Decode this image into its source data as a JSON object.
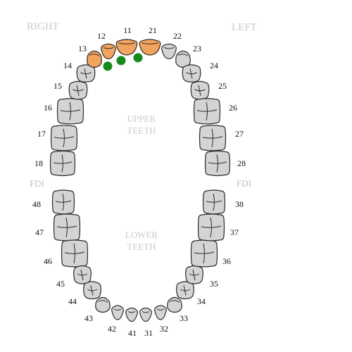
{
  "labels": {
    "right": "RIGHT",
    "left": "LEFT",
    "fdi_left": "FDI",
    "fdi_right": "FDI",
    "upper_line1": "UPPER",
    "upper_line2": "TEETH",
    "lower_line1": "LOWER",
    "lower_line2": "TEETH"
  },
  "colors": {
    "tooth_default": "#d4d4d6",
    "tooth_selected": "#f2a45f",
    "marker": "#138a1a"
  },
  "teeth": [
    {
      "id": "18",
      "selected": false
    },
    {
      "id": "17",
      "selected": false
    },
    {
      "id": "16",
      "selected": false
    },
    {
      "id": "15",
      "selected": false
    },
    {
      "id": "14",
      "selected": false
    },
    {
      "id": "13",
      "selected": true
    },
    {
      "id": "12",
      "selected": true
    },
    {
      "id": "11",
      "selected": true
    },
    {
      "id": "21",
      "selected": true
    },
    {
      "id": "22",
      "selected": false
    },
    {
      "id": "23",
      "selected": false
    },
    {
      "id": "24",
      "selected": false
    },
    {
      "id": "25",
      "selected": false
    },
    {
      "id": "26",
      "selected": false
    },
    {
      "id": "27",
      "selected": false
    },
    {
      "id": "28",
      "selected": false
    },
    {
      "id": "48",
      "selected": false
    },
    {
      "id": "47",
      "selected": false
    },
    {
      "id": "46",
      "selected": false
    },
    {
      "id": "45",
      "selected": false
    },
    {
      "id": "44",
      "selected": false
    },
    {
      "id": "43",
      "selected": false
    },
    {
      "id": "42",
      "selected": false
    },
    {
      "id": "41",
      "selected": false
    },
    {
      "id": "31",
      "selected": false
    },
    {
      "id": "32",
      "selected": false
    },
    {
      "id": "33",
      "selected": false
    },
    {
      "id": "34",
      "selected": false
    },
    {
      "id": "35",
      "selected": false
    },
    {
      "id": "36",
      "selected": false
    },
    {
      "id": "37",
      "selected": false
    },
    {
      "id": "38",
      "selected": false
    }
  ],
  "gap_markers": [
    {
      "between": [
        "12",
        "13"
      ]
    },
    {
      "between": [
        "11",
        "12"
      ]
    },
    {
      "between": [
        "11",
        "21"
      ]
    }
  ]
}
